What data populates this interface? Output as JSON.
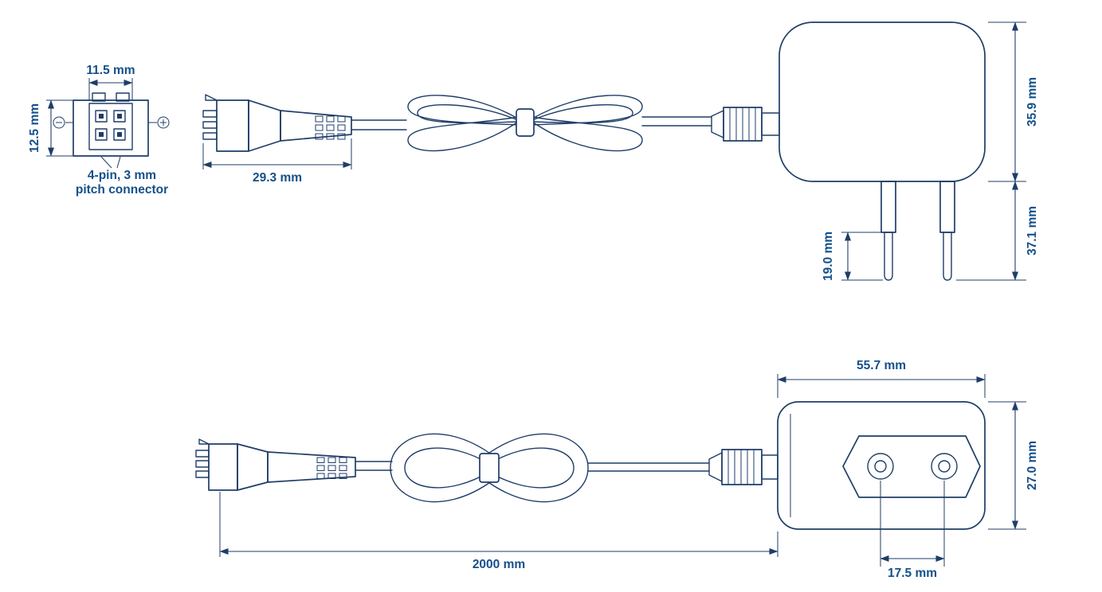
{
  "meta": {
    "type": "technical-dimension-drawing",
    "subject": "power adapter with cable and 4-pin connector",
    "background": "#ffffff",
    "line_color": "#1f3d68",
    "label_color": "#14508a"
  },
  "connector_detail": {
    "width": "11.5 mm",
    "height": "12.5 mm",
    "caption_line1": "4-pin, 3 mm",
    "caption_line2": "pitch connector",
    "negative_terminal_icon": "minus-circle",
    "positive_terminal_icon": "plus-circle"
  },
  "side_view": {
    "connector_length": "29.3 mm",
    "adapter_body_height": "35.9 mm",
    "plug_section_height": "37.1 mm",
    "pin_length": "19.0 mm"
  },
  "front_view": {
    "adapter_body_width": "55.7 mm",
    "adapter_body_height": "27.0 mm",
    "pin_spacing": "17.5 mm",
    "cable_length": "2000 mm"
  }
}
